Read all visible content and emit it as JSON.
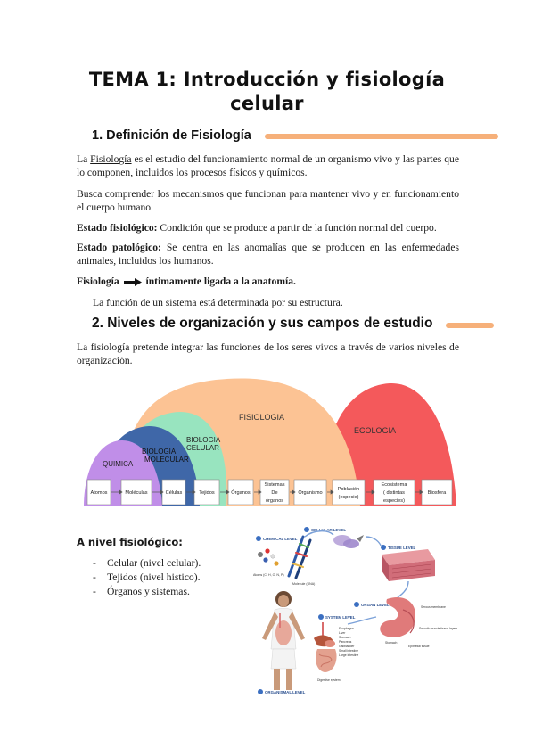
{
  "title": {
    "line1": "TEMA 1: Introducción y fisiología",
    "line2": "celular"
  },
  "section1": {
    "heading": "1.   Definición de Fisiología",
    "p1_prefix": "La ",
    "p1_term": "Fisiología",
    "p1_rest": " es el estudio del funcionamiento normal de un organismo vivo y las partes que lo componen, incluidos los procesos físicos y químicos.",
    "p2": "Busca comprender los mecanismos que funcionan para mantener vivo y en funcionamiento el cuerpo humano.",
    "p3_label": "Estado fisiológico:",
    "p3_rest": " Condición que se produce a partir de la función normal del cuerpo.",
    "p4_label": "Estado patológico:",
    "p4_rest": " Se centra en las anomalías que se producen en las enfermedades animales, incluidos los humanos.",
    "p5_left": "Fisiología",
    "p5_right": "íntimamente ligada a la anatomía.",
    "p6": "La función de un sistema está determinada por su estructura."
  },
  "section2": {
    "heading": "2. Niveles de organización y sus campos de estudio",
    "p1": "La fisiología pretende integrar las funciones de los seres vivos a través de varios niveles de organización."
  },
  "diagram": {
    "fields": {
      "quimica": "QUIMICA",
      "bio_mol_1": "BIOLOGIA",
      "bio_mol_2": "MOLECULAR",
      "bio_cel_1": "BIOLOGIA",
      "bio_cel_2": "CELULAR",
      "fisiologia": "FISIOLOGIA",
      "ecologia": "ECOLOGIA"
    },
    "colors": {
      "quimica": "#c08ee8",
      "bio_mol": "#3f67a8",
      "bio_cel": "#98e4bf",
      "fisiologia": "#fcc394",
      "ecologia": "#f4595b"
    },
    "levels": {
      "atomos": "Atomos",
      "moleculas": "Moléculas",
      "celulas": "Células",
      "tejidos": "Tejidos",
      "organos": "Órganos",
      "sistemas_1": "Sistemas",
      "sistemas_2": "De",
      "sistemas_3": "órganos",
      "organismo": "Organismo",
      "poblacion_1": "Población",
      "poblacion_2": "(especie)",
      "ecosistema_1": "Ecosistema",
      "ecosistema_2": "( distintas",
      "ecosistema_3": "especies)",
      "biosfera": "Biosfera"
    }
  },
  "nivel": {
    "heading": "A nivel fisiológico:",
    "items": [
      "Celular (nivel celular).",
      "Tejidos (nivel histico).",
      "Órganos y sistemas."
    ]
  },
  "figure": {
    "chemical": "CHEMICAL LEVEL",
    "cellular": "CELLULAR LEVEL",
    "tissue": "TISSUE LEVEL",
    "organ": "ORGAN LEVEL",
    "system": "SYSTEM LEVEL",
    "organismal": "ORGANISMAL LEVEL",
    "atoms": "Atoms (C, H, O, N, P)",
    "molecule": "Molecule (DNA)",
    "digestive": "Digestive system",
    "serous": "Serous membrane",
    "smooth": "Smooth muscle tissue layers",
    "stomach": "Stomach",
    "epithelial": "Epithelial tissue",
    "organs": [
      "Esophagus",
      "Liver",
      "Stomach",
      "Pancreas",
      "Gallbladder",
      "Small intestine",
      "Large intestine"
    ]
  }
}
